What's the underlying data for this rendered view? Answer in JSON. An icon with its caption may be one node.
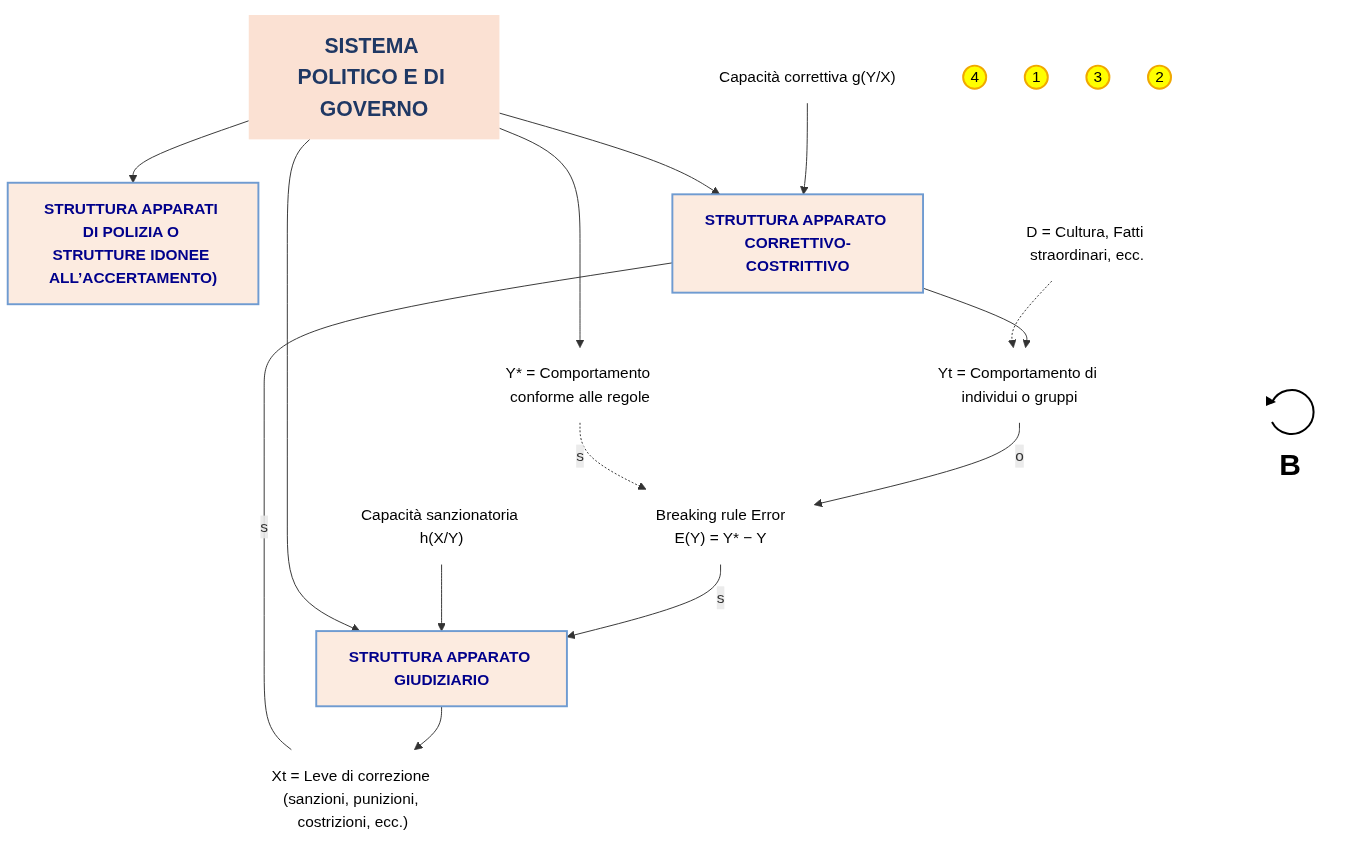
{
  "diagram": {
    "nodes": [
      {
        "text": [
          "Capacità correttiva g(Y/X)"
        ]
      },
      {
        "text": [
          "STRUTTURA APPARATO CORRETTIVO-COSTRITTIVO"
        ]
      },
      {
        "text": [
          "D = Cultura, Fatti straordinari, ecc."
        ]
      },
      {
        "text": [
          "Y* = Comportamento conforme alle regole"
        ]
      },
      {
        "text": [
          "Xt = Leve di correzione (sanzioni, punizioni, costrizioni, ecc.)"
        ]
      },
      {
        "text": [
          "Yt = Comportamento di individui o gruppi"
        ]
      },
      {
        "text": [
          "STRUTTURA APPARATO GIUDIZIARIO"
        ]
      },
      {
        "text": [
          "STRUTTURA APPARATI DI POLIZIA O STRUTTURE IDONEE ALL’ACCERTAMENTO)"
        ]
      },
      {
        "text": [
          "Capacità sanzionatoria h(X/Y)"
        ]
      },
      {
        "text": [
          "Breaking rule Error",
          "E(Y) = Y* − Y"
        ]
      },
      {
        "text": [
          "SISTEMA POLITICO E DI GOVERNO"
        ]
      },
      {
        "text": [
          "4"
        ]
      },
      {
        "text": [
          "1"
        ]
      },
      {
        "text": [
          "3"
        ]
      },
      {
        "text": [
          "2"
        ]
      }
    ],
    "edges": [
      {
        "from": 0,
        "to": 1,
        "arrow": "to"
      },
      {
        "from": 1,
        "to": 5,
        "arrow": "to"
      },
      {
        "from": 2,
        "to": 5,
        "arrow": "to",
        "style": "dashed"
      },
      {
        "from": 5,
        "to": 9,
        "arrow": "to",
        "label": "o"
      },
      {
        "from": 3,
        "to": 9,
        "arrow": "to",
        "label": "s",
        "style": "dashed"
      },
      {
        "from": 9,
        "to": 6,
        "arrow": "to",
        "label": "s"
      },
      {
        "from": 8,
        "to": 6,
        "arrow": "to"
      },
      {
        "from": 6,
        "to": 4,
        "arrow": "to"
      },
      {
        "from": 4,
        "to": 1,
        "arrow": "none",
        "label": "s"
      },
      {
        "from": 10,
        "to": 1,
        "arrow": "to"
      },
      {
        "from": 10,
        "to": 6,
        "arrow": "to"
      },
      {
        "from": 10,
        "to": 7,
        "arrow": "to"
      },
      {
        "from": 10,
        "to": 3,
        "arrow": "to"
      }
    ],
    "labels": [
      "B"
    ]
  }
}
